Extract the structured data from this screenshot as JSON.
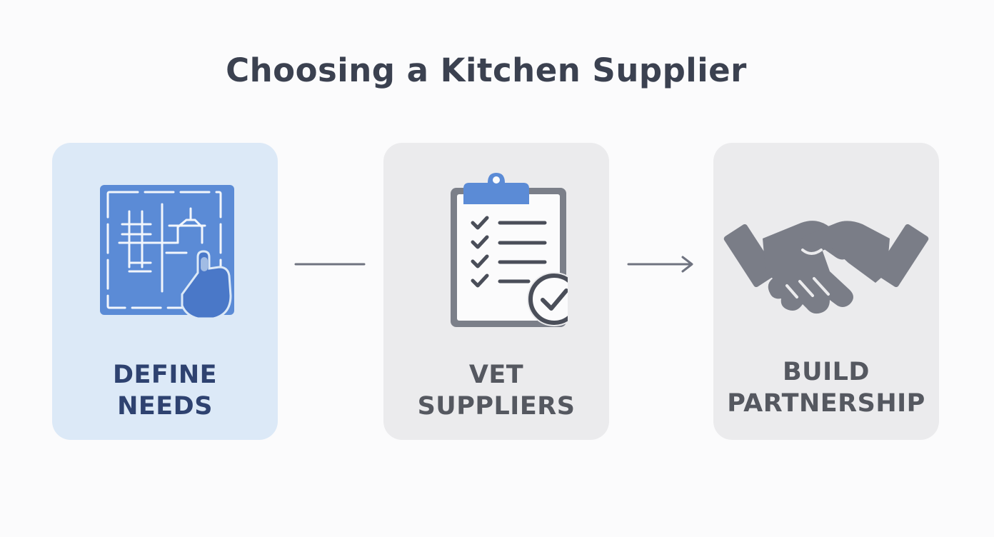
{
  "title": "Choosing a Kitchen Supplier",
  "steps": [
    {
      "line1": "DEFINE",
      "line2": "NEEDS",
      "icon": "blueprint-touch-icon",
      "accent": "#5b8bd6"
    },
    {
      "line1": "VET",
      "line2": "SUPPLIERS",
      "icon": "checklist-clipboard-icon",
      "accent": "#5b8bd6"
    },
    {
      "line1": "BUILD",
      "line2": "PARTNERSHIP",
      "icon": "handshake-icon",
      "accent": "#7a7d87"
    }
  ],
  "colors": {
    "title": "#3b4150",
    "active_card": "#dce9f7",
    "inactive_card": "#ebebed",
    "connector": "#6f7380"
  }
}
